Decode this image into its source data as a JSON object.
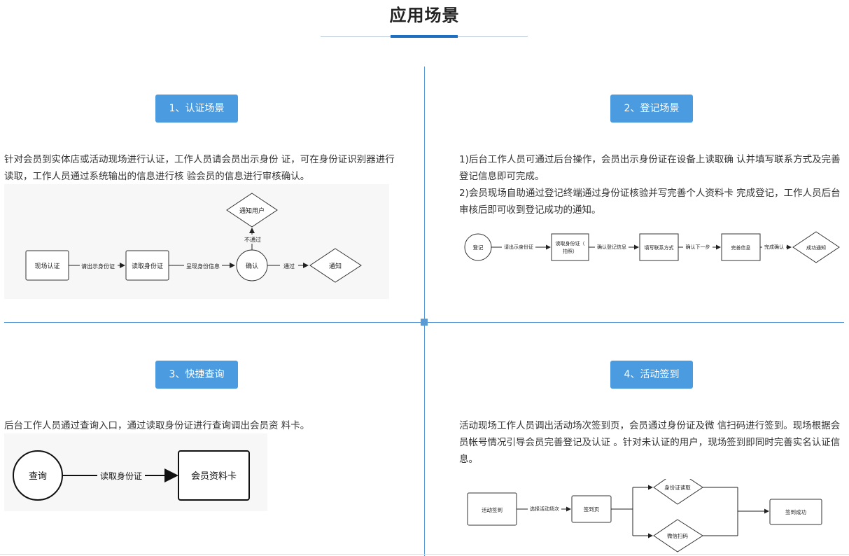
{
  "title": "应用场景",
  "sections": [
    {
      "badge": "1、认证场景",
      "paragraph": "针对会员到实体店或活动现场进行认证，工作人员请会员出示身份 证，可在身份证识别器进行读取，工作人员通过系统输出的信息进行核 验会员的信息进行审核确认。",
      "flow": {
        "start": "现场认证",
        "e1": "请出示身份证",
        "read": "读取身份证",
        "e2": "呈现身份信息",
        "confirm": "确认",
        "e3": "通过",
        "notify": "通知",
        "e4": "不通过",
        "notify_user": "通知用户"
      }
    },
    {
      "badge": "2、登记场景",
      "paragraph1": "1)后台工作人员可通过后台操作，会员出示身份证在设备上读取确 认并填写联系方式及完善登记信息即可完成。",
      "paragraph2": "2)会员现场自助通过登记终端通过身份证核验并写完善个人资料卡 完成登记，工作人员后台审核后即可收到登记成功的通知。",
      "flow": {
        "start": "登记",
        "e1": "请出示身份证",
        "read1": "读取身份证（",
        "read2": "拍照）",
        "e2": "确认登记信息",
        "fill": "填写联系方式",
        "e3": "确认下一步",
        "complete": "完善信息",
        "e4": "完成确认",
        "success": "成功通知"
      }
    },
    {
      "badge": "3、快捷查询",
      "paragraph": "后台工作人员通过查询入口，通过读取身份证进行查询调出会员资 料卡。",
      "flow": {
        "start": "查询",
        "e1": "读取身份证",
        "end": "会员资料卡"
      }
    },
    {
      "badge": "4、活动签到",
      "paragraph": "活动现场工作人员调出活动场次签到页，会员通过身份证及微 信扫码进行签到。现场根据会员帐号情况引导会员完善登记及认证 。针对未认证的用户，现场签到即同时完善实名认证信息。",
      "flow": {
        "start": "活动签到",
        "e1": "选择活动场次",
        "page": "签到页",
        "id_read": "身份证读取",
        "wechat": "微信扫码",
        "success": "签到成功"
      }
    }
  ],
  "colors": {
    "accent": "#1d6fc3",
    "badge": "#4a9be0",
    "divider": "#5b9bd5",
    "panel_bg": "#f7f7f7"
  }
}
